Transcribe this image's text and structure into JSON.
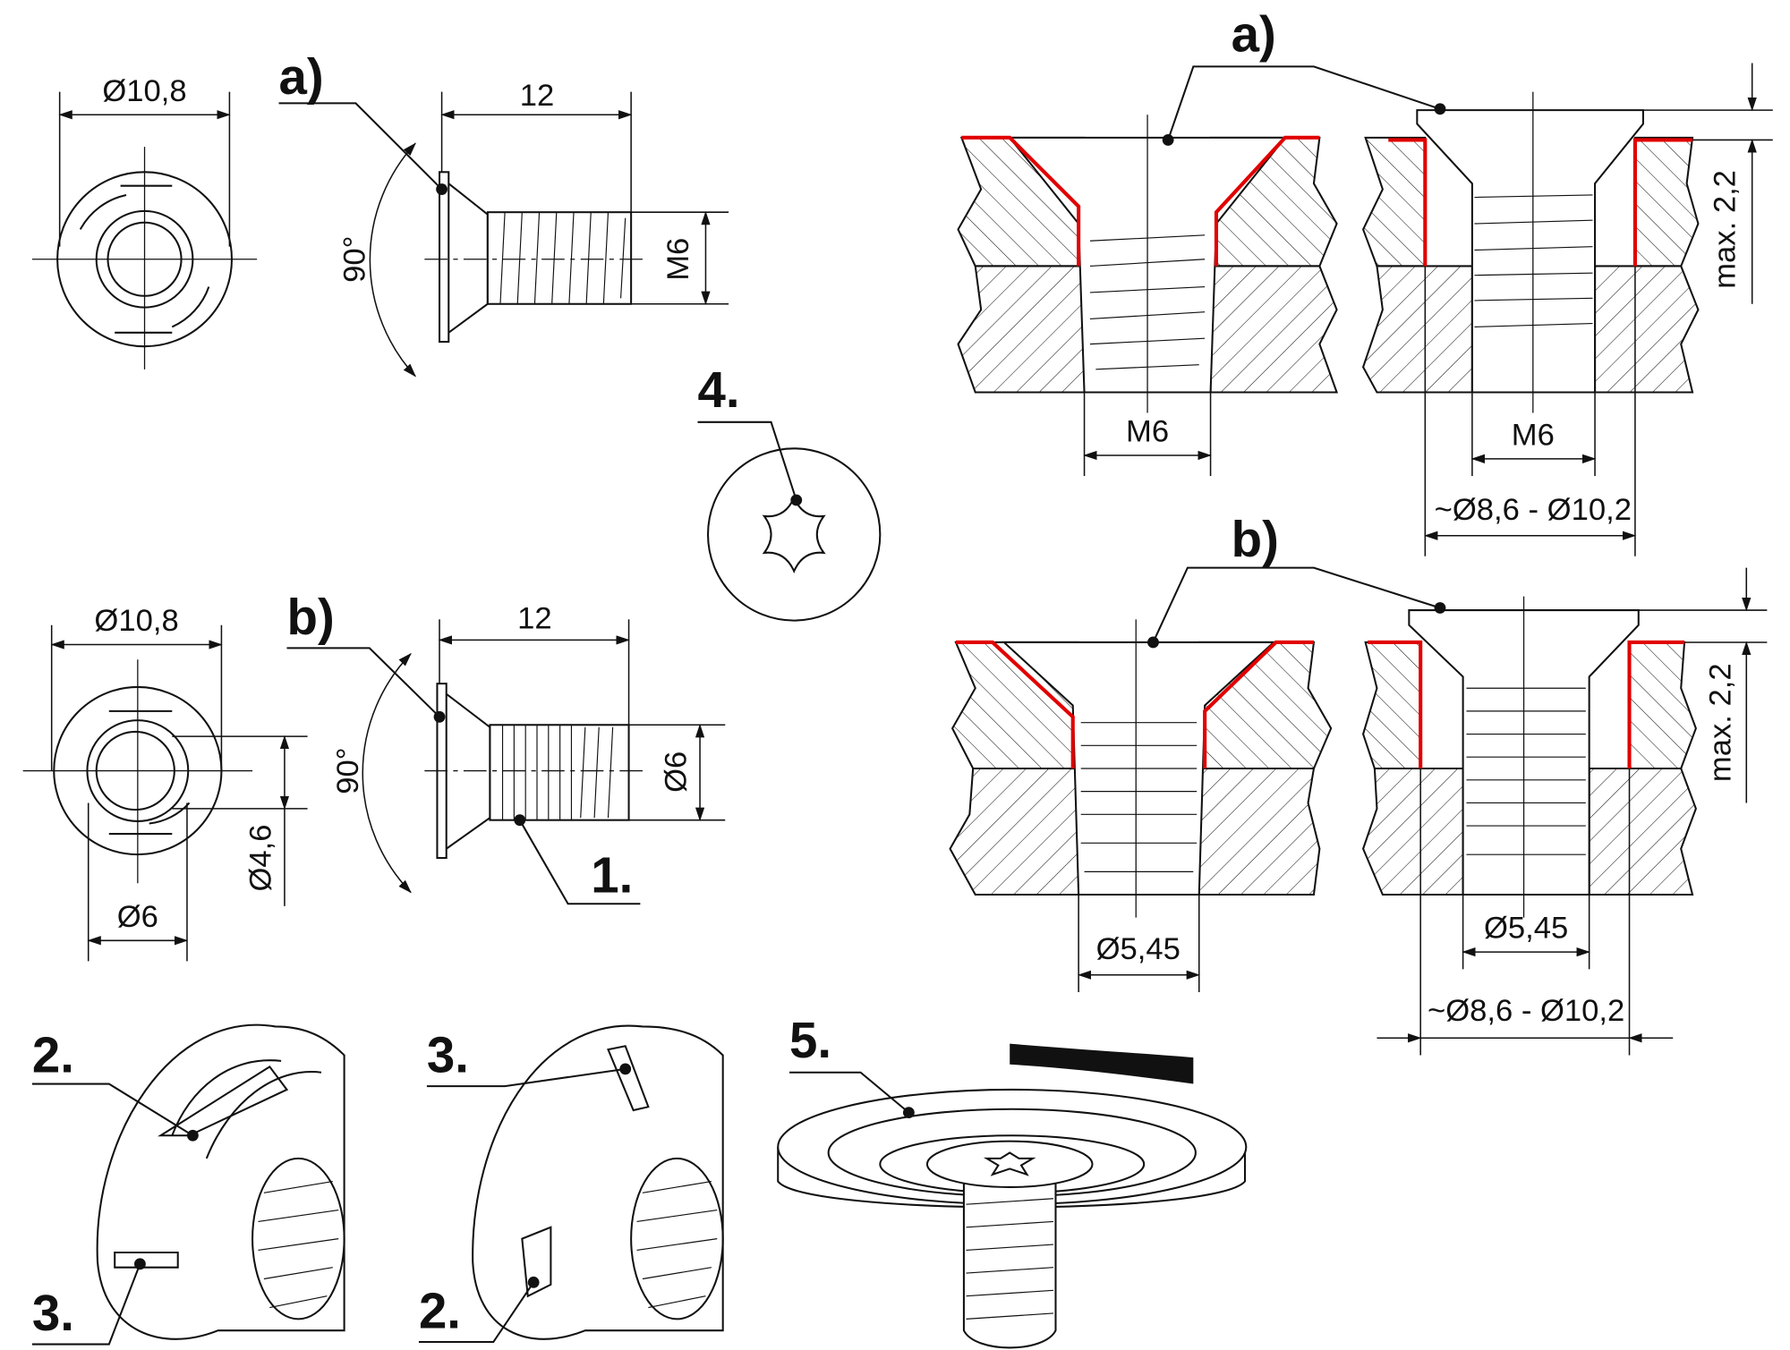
{
  "labels": {
    "a_top_left": "a)",
    "b_mid_left": "b)",
    "a_section": "a)",
    "b_section": "b)",
    "item1": "1.",
    "item2_left": "2.",
    "item3_left": "3.",
    "item3_mid": "3.",
    "item2_mid": "2.",
    "item4": "4.",
    "item5": "5."
  },
  "dimensions": {
    "dia_head_a": "Ø10,8",
    "length_a": "12",
    "angle_a": "90°",
    "thread_a": "M6",
    "dia_head_b": "Ø10,8",
    "length_b": "12",
    "angle_b": "90°",
    "dia_shank_b": "Ø6",
    "dia_inner_b": "Ø4,6",
    "dia_outer_b": "Ø6",
    "section_a_left_thread": "M6",
    "section_a_right_thread": "M6",
    "section_a_counterbore": "~Ø8,6 - Ø10,2",
    "section_a_max": "max. 2,2",
    "section_b_left_hole": "Ø5,45",
    "section_b_right_hole": "Ø5,45",
    "section_b_counterbore": "~Ø8,6 - Ø10,2",
    "section_b_max": "max. 2,2"
  },
  "colors": {
    "highlight": "#e10000",
    "line": "#111111"
  }
}
